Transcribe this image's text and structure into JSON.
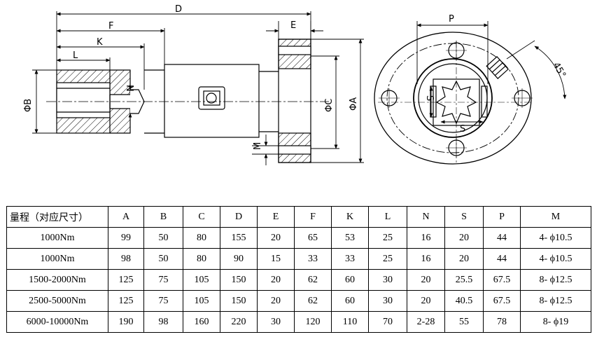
{
  "drawing": {
    "side_view_labels": {
      "D": "D",
      "F": "F",
      "K": "K",
      "L": "L",
      "N": "N",
      "B": "ΦB",
      "C": "ΦC",
      "A": "ΦA",
      "E": "E",
      "M": "M"
    },
    "end_view_labels": {
      "P": "P",
      "S_vertical": "S",
      "S_horizontal": "S",
      "angle": "45°"
    }
  },
  "table": {
    "headers": [
      "量程（对应尺寸）",
      "A",
      "B",
      "C",
      "D",
      "E",
      "F",
      "K",
      "L",
      "N",
      "S",
      "P",
      "M"
    ],
    "rows": [
      [
        "1000Nm",
        "99",
        "50",
        "80",
        "155",
        "20",
        "65",
        "53",
        "25",
        "16",
        "20",
        "44",
        "4- ϕ10.5"
      ],
      [
        "1000Nm",
        "98",
        "50",
        "80",
        "90",
        "15",
        "33",
        "33",
        "25",
        "16",
        "20",
        "44",
        "4- ϕ10.5"
      ],
      [
        "1500-2000Nm",
        "125",
        "75",
        "105",
        "150",
        "20",
        "62",
        "60",
        "30",
        "20",
        "25.5",
        "67.5",
        "8- ϕ12.5"
      ],
      [
        "2500-5000Nm",
        "125",
        "75",
        "105",
        "150",
        "20",
        "62",
        "60",
        "30",
        "20",
        "40.5",
        "67.5",
        "8- ϕ12.5"
      ],
      [
        "6000-10000Nm",
        "190",
        "98",
        "160",
        "220",
        "30",
        "120",
        "110",
        "70",
        "2-28",
        "55",
        "78",
        "8- ϕ19"
      ]
    ]
  }
}
